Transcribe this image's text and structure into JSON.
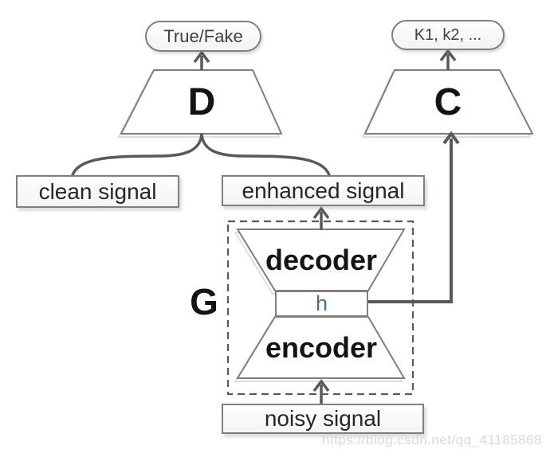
{
  "diagram": {
    "nodes": {
      "true_fake": {
        "label": "True/Fake"
      },
      "class_output": {
        "label": "K1, k2, ..."
      },
      "discriminator": {
        "label": "D"
      },
      "classifier": {
        "label": "C"
      },
      "clean_signal": {
        "label": "clean signal"
      },
      "enhanced_signal": {
        "label": "enhanced signal"
      },
      "generator": {
        "label": "G"
      },
      "decoder": {
        "label": "decoder"
      },
      "latent": {
        "label": "h"
      },
      "encoder": {
        "label": "encoder"
      },
      "noisy_signal": {
        "label": "noisy signal"
      }
    },
    "edges": [
      {
        "from": "discriminator",
        "to": "true_fake"
      },
      {
        "from": "classifier",
        "to": "class_output"
      },
      {
        "from": "clean_signal",
        "to": "discriminator"
      },
      {
        "from": "enhanced_signal",
        "to": "discriminator"
      },
      {
        "from": "decoder",
        "to": "enhanced_signal"
      },
      {
        "from": "noisy_signal",
        "to": "encoder"
      },
      {
        "from": "latent",
        "to": "classifier"
      }
    ],
    "colors": {
      "shape_border": "#7f7f7f",
      "arrow": "#595959",
      "text_dark": "#262626",
      "latent_text": "#3f6e9e",
      "watermark_text": "#ddd8d8"
    },
    "watermark": "https://blog.csdn.net/qq_41185868"
  }
}
